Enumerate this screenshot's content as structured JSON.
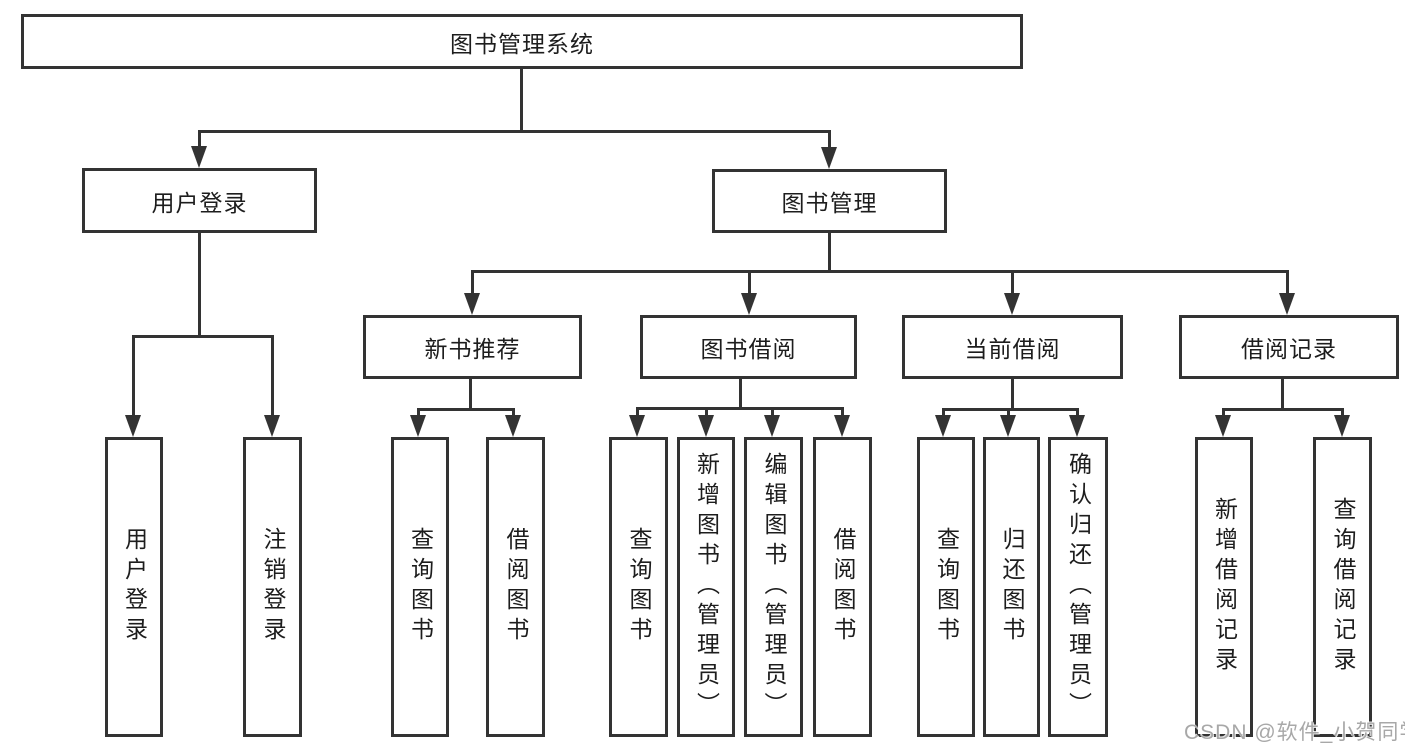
{
  "diagram": {
    "title": "图书管理系统",
    "level1": {
      "user_login": "用户登录",
      "book_mgmt": "图书管理"
    },
    "level2": {
      "new_book": "新书推荐",
      "book_borrow": "图书借阅",
      "current_borrow": "当前借阅",
      "borrow_record": "借阅记录"
    },
    "leaves": {
      "user_login": "用户登录",
      "logout": "注销登录",
      "nb_query": "查询图书",
      "nb_borrow": "借阅图书",
      "bb_query": "查询图书",
      "bb_add": "新增图书（管理员）",
      "bb_edit": "编辑图书（管理员）",
      "bb_borrow": "借阅图书",
      "cb_query": "查询图书",
      "cb_return": "归还图书",
      "cb_confirm": "确认归还（管理员）",
      "br_add": "新增借阅记录",
      "br_query": "查询借阅记录"
    }
  },
  "watermark": "CSDN @软件_小贺同学",
  "colors": {
    "line": "#333333",
    "text": "#1d1d1d",
    "background": "#ffffff",
    "watermark": "#a8a8a8"
  }
}
